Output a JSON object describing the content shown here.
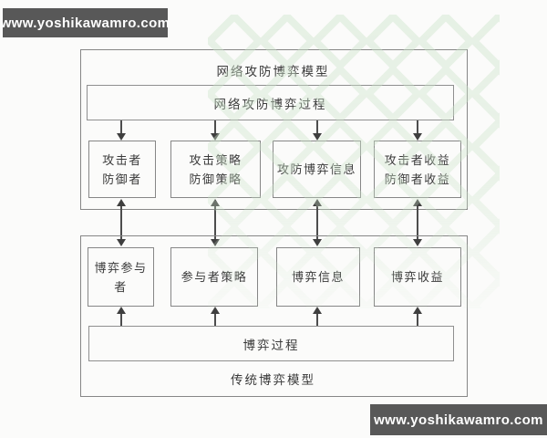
{
  "watermarks": {
    "top_left": "www.yoshikawamro.com",
    "bottom_right": "www.yoshikawamro.com"
  },
  "colors": {
    "watermark_bg": "#585858",
    "watermark_text": "#ffffff",
    "box_border": "#868686",
    "arrow": "#3f3f3f",
    "diagram_text": "#3b3b3b",
    "pattern_green": "#cde4cb"
  },
  "upper_model": {
    "title": "网络攻防博弈模型",
    "process_label": "网络攻防博弈过程",
    "boxes": [
      {
        "label": "攻击者\n防御者"
      },
      {
        "label": "攻击策略\n防御策略"
      },
      {
        "label": "攻防博弈信息"
      },
      {
        "label": "攻击者收益\n防御者收益"
      }
    ]
  },
  "lower_model": {
    "title": "传统博弈模型",
    "process_label": "博弈过程",
    "boxes": [
      {
        "label": "博弈参与者"
      },
      {
        "label": "参与者策略"
      },
      {
        "label": "博弈信息"
      },
      {
        "label": "博弈收益"
      }
    ]
  }
}
